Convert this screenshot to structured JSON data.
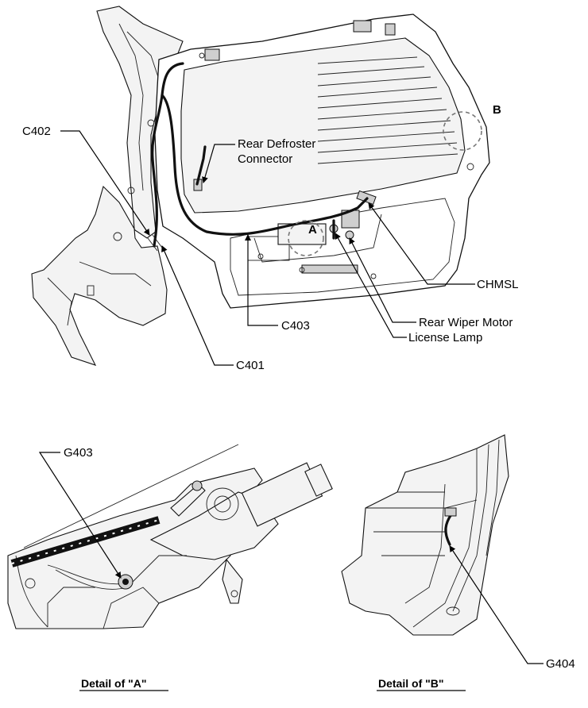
{
  "labels": {
    "c402": "C402",
    "rear_defroster_line1": "Rear Defroster",
    "rear_defroster_line2": "Connector",
    "b": "B",
    "a": "A",
    "chmsl": "CHMSL",
    "rear_wiper_motor": "Rear Wiper Motor",
    "license_lamp": "License Lamp",
    "c403": "C403",
    "c401": "C401",
    "g403": "G403",
    "g404": "G404",
    "detail_a": "Detail of \"A\"",
    "detail_b": "Detail of \"B\""
  }
}
